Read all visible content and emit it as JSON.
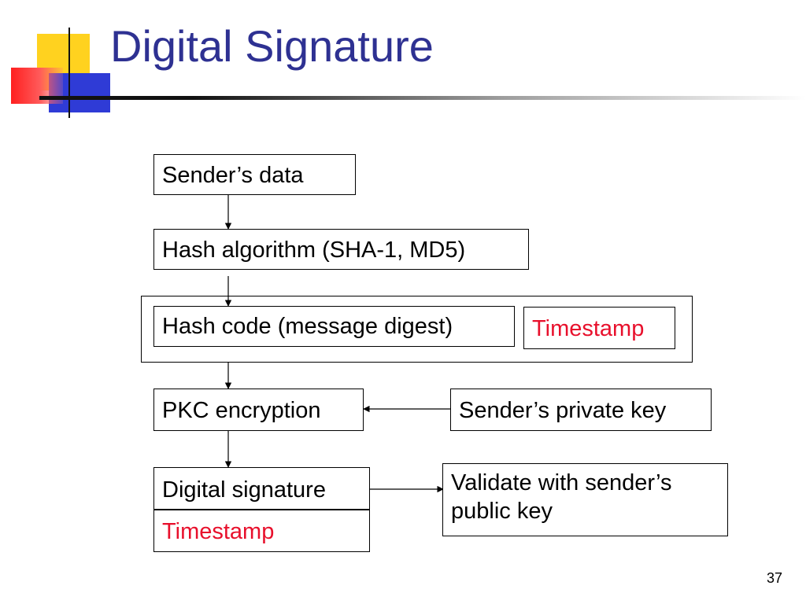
{
  "slide": {
    "title": "Digital Signature",
    "page_number": "37"
  },
  "diagram": {
    "senders_data": "Sender’s  data",
    "hash_algorithm": "Hash algorithm (SHA-1, MD5)",
    "hash_code": "Hash code (message digest)",
    "timestamp_top": "Timestamp",
    "pkc_encryption": "PKC encryption",
    "private_key": "Sender’s private key",
    "digital_signature": "Digital signature",
    "timestamp_bottom": "Timestamp",
    "validate": "Validate with sender’s public key"
  },
  "colors": {
    "title": "#2e3192",
    "timestamp_text": "#e8102c",
    "deco_yellow": "#ffd21f",
    "deco_blue": "#2f3bd6",
    "deco_red": "#ff1f1f"
  }
}
